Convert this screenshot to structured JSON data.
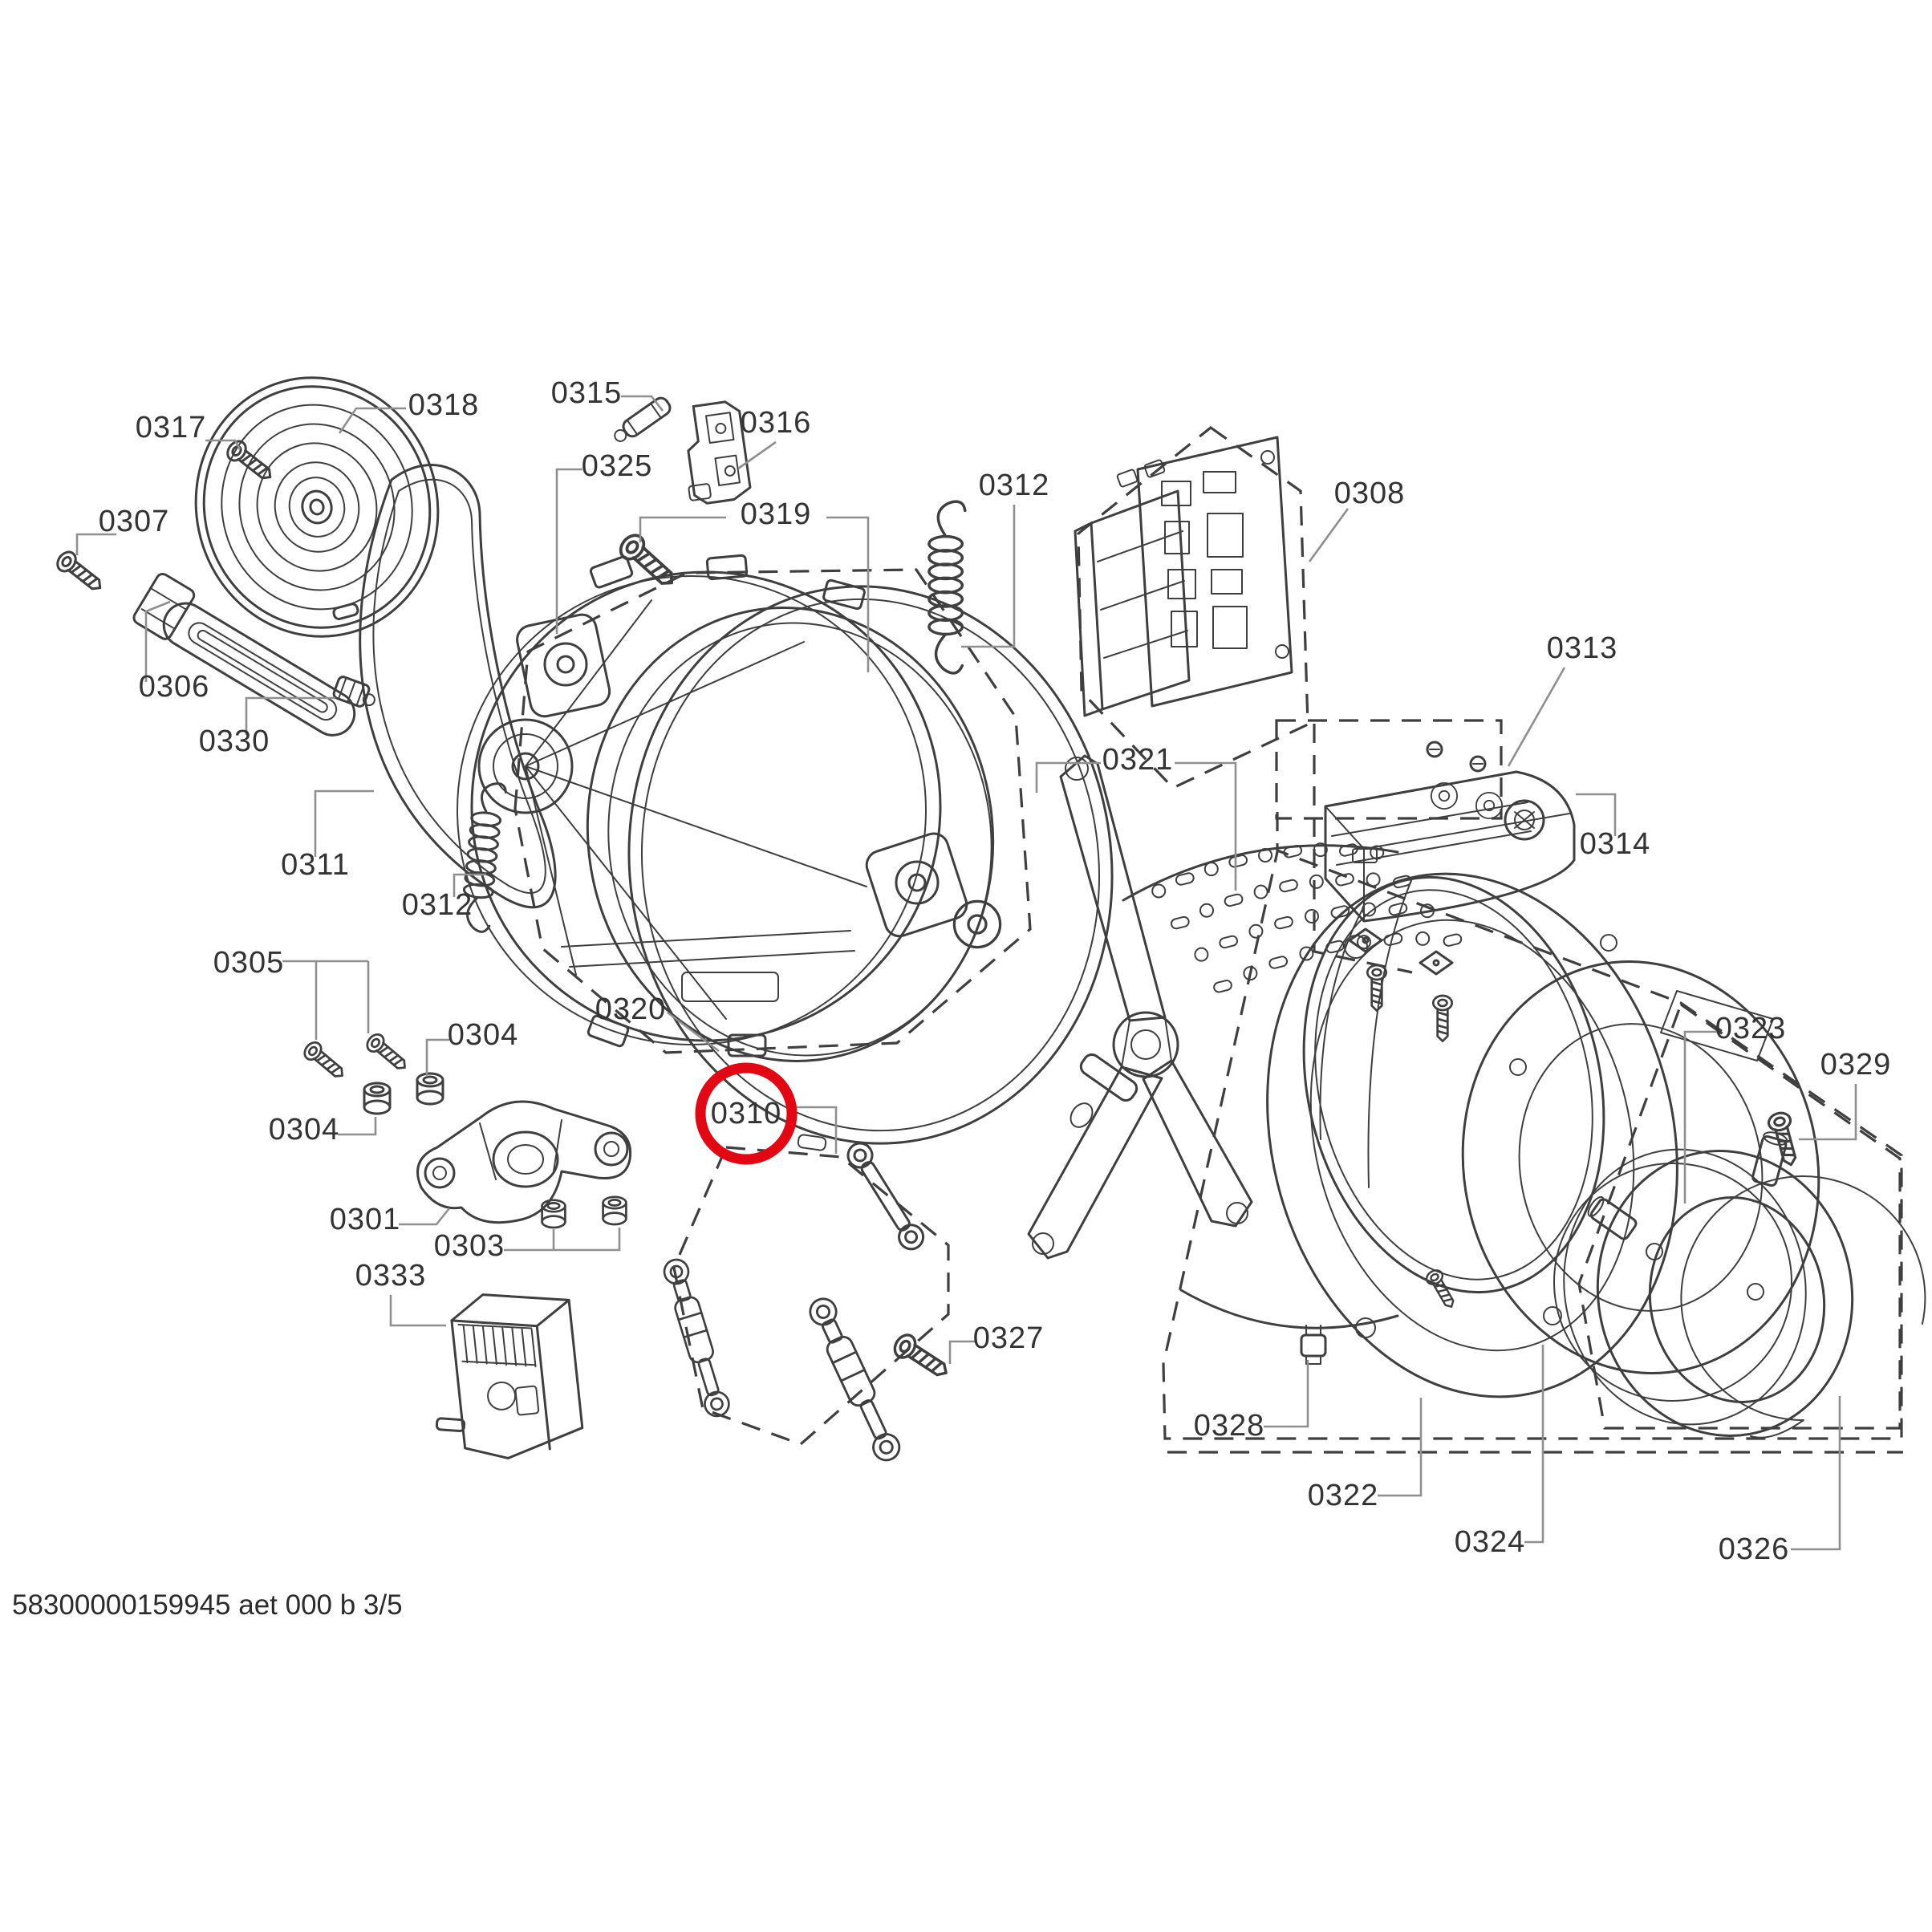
{
  "page": {
    "background": "#ffffff"
  },
  "footer": {
    "text": "58300000159945 aet 000 b 3/5"
  },
  "highlight": {
    "part": "0310",
    "color": "#e30613",
    "shape": "circle"
  },
  "style": {
    "line_color": "#3f3f3f",
    "leader_color": "#8f8f8f",
    "label_color": "#333333"
  },
  "labels": [
    {
      "part": "0317"
    },
    {
      "part": "0318"
    },
    {
      "part": "0307"
    },
    {
      "part": "0306"
    },
    {
      "part": "0330"
    },
    {
      "part": "0311"
    },
    {
      "part": "0312"
    },
    {
      "part": "0315"
    },
    {
      "part": "0316"
    },
    {
      "part": "0325"
    },
    {
      "part": "0319"
    },
    {
      "part": "0312"
    },
    {
      "part": "0308"
    },
    {
      "part": "0313"
    },
    {
      "part": "0314"
    },
    {
      "part": "0321"
    },
    {
      "part": "0320"
    },
    {
      "part": "0305"
    },
    {
      "part": "0304"
    },
    {
      "part": "0304"
    },
    {
      "part": "0301"
    },
    {
      "part": "0303"
    },
    {
      "part": "0310"
    },
    {
      "part": "0333"
    },
    {
      "part": "0327"
    },
    {
      "part": "0323"
    },
    {
      "part": "0329"
    },
    {
      "part": "0328"
    },
    {
      "part": "0322"
    },
    {
      "part": "0324"
    },
    {
      "part": "0326"
    }
  ]
}
